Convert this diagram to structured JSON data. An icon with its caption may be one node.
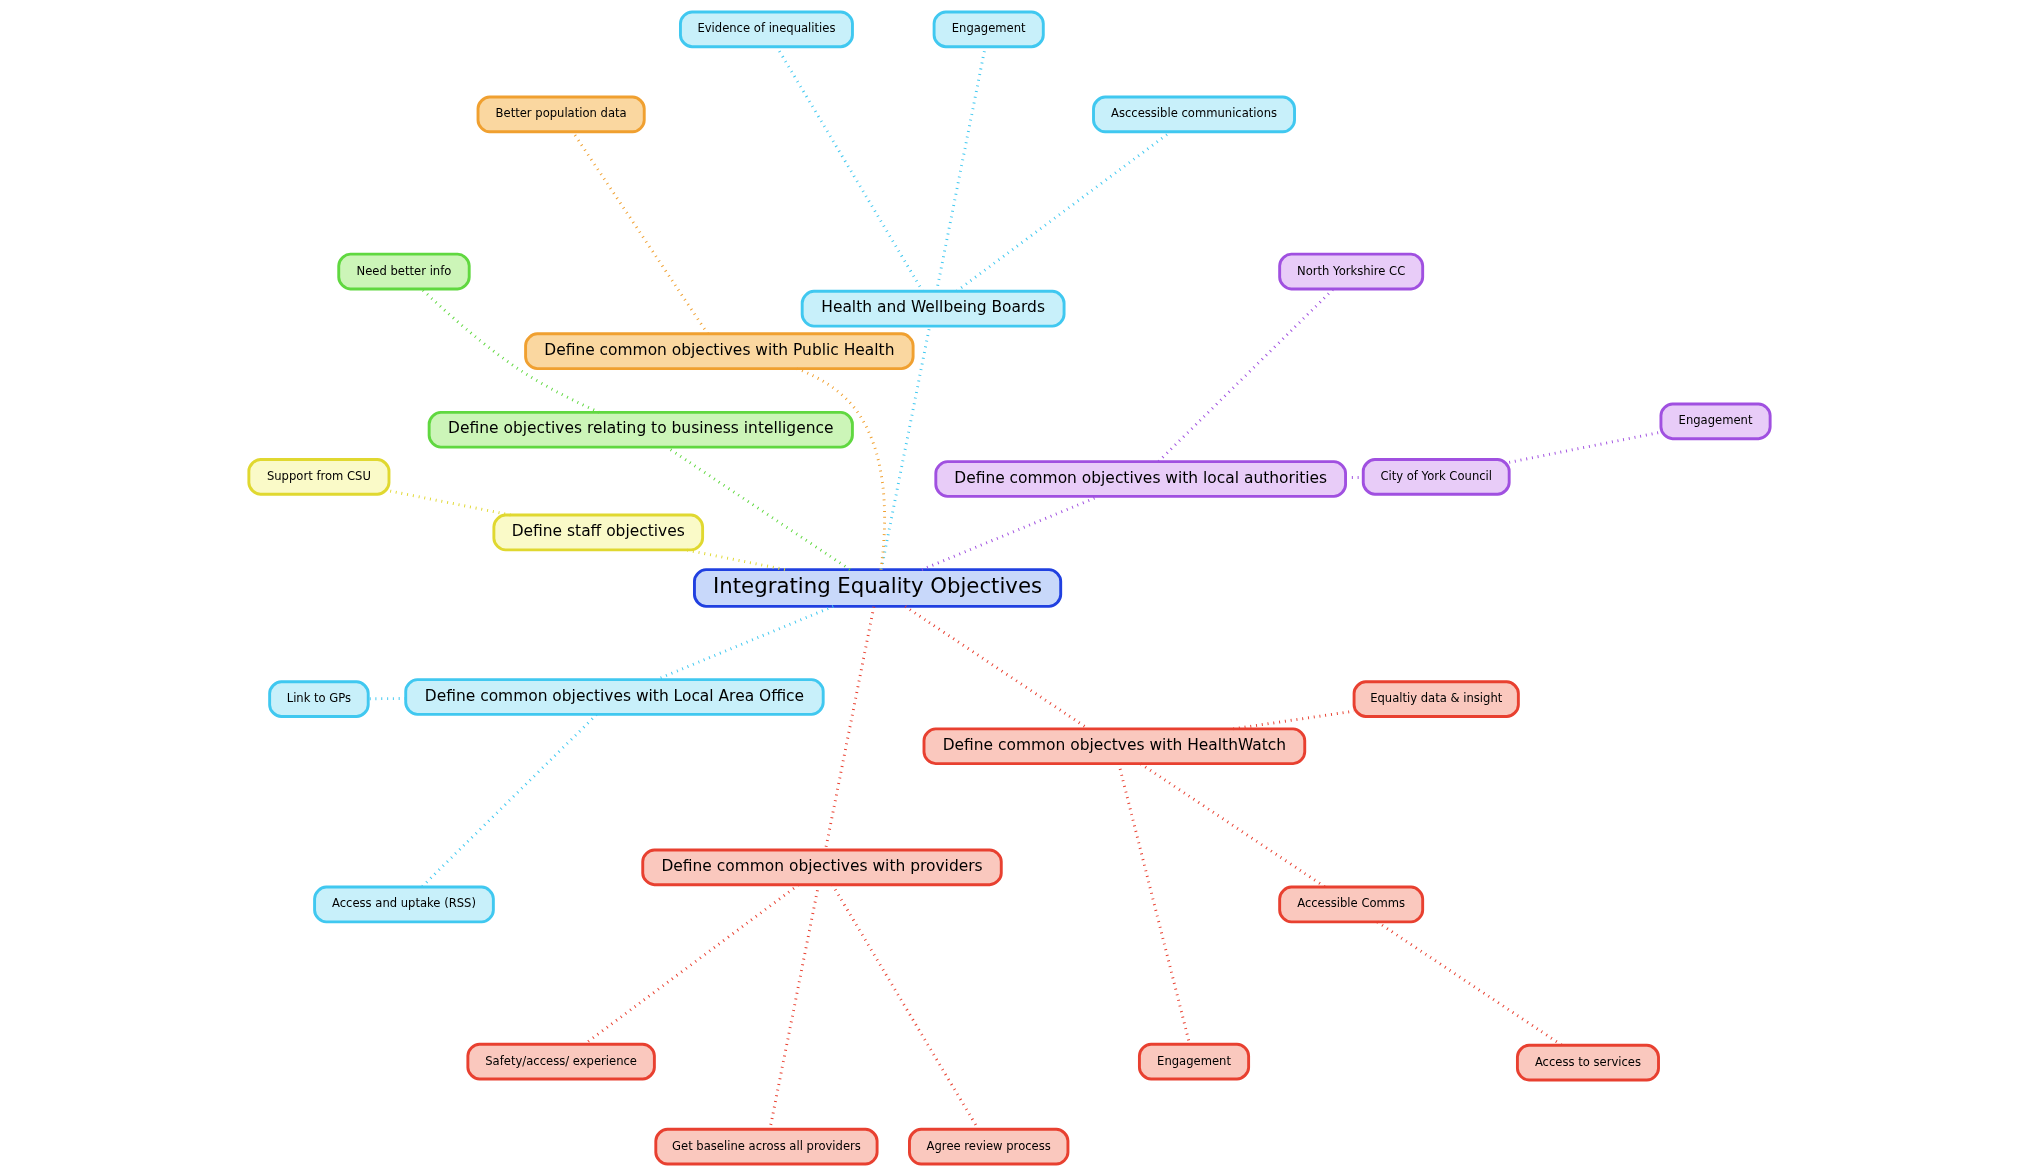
{
  "diagram": {
    "nodes": [
      {
        "text": [
          "Integrating Equality Objectives"
        ]
      },
      {
        "text": [
          "Define common objectives with local authorities"
        ]
      },
      {
        "text": [
          "City of York Council"
        ]
      },
      {
        "text": [
          "Engagement"
        ]
      },
      {
        "text": [
          "North Yorkshire CC"
        ]
      },
      {
        "text": [
          "Health and Wellbeing Boards"
        ]
      },
      {
        "text": [
          "Asccessible communications"
        ]
      },
      {
        "text": [
          "Engagement"
        ]
      },
      {
        "text": [
          "Evidence of inequalities"
        ]
      },
      {
        "text": [
          "Define common objectives with Public Health"
        ]
      },
      {
        "text": [
          "Better population data"
        ]
      },
      {
        "text": [
          "Define objectives relating to business intelligence"
        ]
      },
      {
        "text": [
          "Need better info"
        ]
      },
      {
        "text": [
          "Define staff objectives"
        ]
      },
      {
        "text": [
          "Support from CSU"
        ]
      },
      {
        "text": [
          "Define common objectives with Local Area Office"
        ]
      },
      {
        "text": [
          "Link to GPs"
        ]
      },
      {
        "text": [
          "Access and uptake (RSS)"
        ]
      },
      {
        "text": [
          "Define common objectives with providers"
        ]
      },
      {
        "text": [
          "Safety/access/ experience"
        ]
      },
      {
        "text": [
          "Get baseline across all providers"
        ]
      },
      {
        "text": [
          "Agree review process"
        ]
      },
      {
        "text": [
          "Define common objectves with HealthWatch"
        ]
      },
      {
        "text": [
          "Engagement"
        ]
      },
      {
        "text": [
          "Accessible Comms"
        ]
      },
      {
        "text": [
          "Equaltiy data & insight"
        ]
      },
      {
        "text": [
          "Access to services"
        ]
      }
    ],
    "edges": [
      {
        "from": 0,
        "to": 1,
        "arrow": "none",
        "color": "#a050e0"
      },
      {
        "from": 1,
        "to": 2,
        "arrow": "none",
        "color": "#a050e0"
      },
      {
        "from": 2,
        "to": 3,
        "arrow": "none",
        "color": "#a050e0"
      },
      {
        "from": 1,
        "to": 4,
        "arrow": "none",
        "color": "#a050e0"
      },
      {
        "from": 0,
        "to": 5,
        "arrow": "none",
        "color": "#40c8f0"
      },
      {
        "from": 5,
        "to": 6,
        "arrow": "none",
        "color": "#40c8f0"
      },
      {
        "from": 5,
        "to": 7,
        "arrow": "none",
        "color": "#40c8f0"
      },
      {
        "from": 5,
        "to": 8,
        "arrow": "none",
        "color": "#40c8f0"
      },
      {
        "from": 0,
        "to": 9,
        "arrow": "none",
        "color": "#f0a030"
      },
      {
        "from": 9,
        "to": 10,
        "arrow": "none",
        "color": "#f0a030"
      },
      {
        "from": 0,
        "to": 11,
        "arrow": "none",
        "color": "#60d840"
      },
      {
        "from": 11,
        "to": 12,
        "arrow": "none",
        "color": "#60d840"
      },
      {
        "from": 0,
        "to": 13,
        "arrow": "none",
        "color": "#e0d830"
      },
      {
        "from": 13,
        "to": 14,
        "arrow": "none",
        "color": "#e0d830"
      },
      {
        "from": 0,
        "to": 15,
        "arrow": "none",
        "color": "#40c8f0"
      },
      {
        "from": 15,
        "to": 16,
        "arrow": "none",
        "color": "#40c8f0"
      },
      {
        "from": 15,
        "to": 17,
        "arrow": "none",
        "color": "#40c8f0"
      },
      {
        "from": 0,
        "to": 18,
        "arrow": "none",
        "color": "#e84030"
      },
      {
        "from": 18,
        "to": 19,
        "arrow": "none",
        "color": "#e84030"
      },
      {
        "from": 18,
        "to": 20,
        "arrow": "none",
        "color": "#e84030"
      },
      {
        "from": 18,
        "to": 21,
        "arrow": "none",
        "color": "#e84030"
      },
      {
        "from": 0,
        "to": 22,
        "arrow": "none",
        "color": "#e84030"
      },
      {
        "from": 22,
        "to": 23,
        "arrow": "none",
        "color": "#e84030"
      },
      {
        "from": 22,
        "to": 24,
        "arrow": "none",
        "color": "#e84030"
      },
      {
        "from": 22,
        "to": 25,
        "arrow": "none",
        "color": "#e84030"
      },
      {
        "from": 24,
        "to": 26,
        "arrow": "none",
        "color": "#e84030"
      }
    ]
  }
}
